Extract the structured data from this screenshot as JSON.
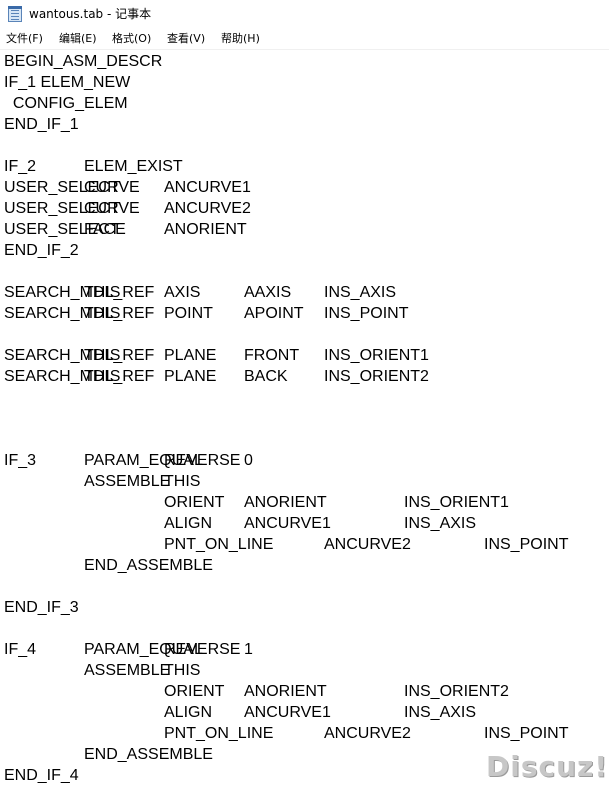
{
  "window": {
    "title": "wantous.tab - 记事本",
    "icon": "notepad-icon"
  },
  "menu": [
    "文件(F)",
    "编辑(E)",
    "格式(O)",
    "查看(V)",
    "帮助(H)"
  ],
  "lines": [
    [
      "BEGIN_ASM_DESCR"
    ],
    [
      "IF_1 ELEM_NEW"
    ],
    [
      "  CONFIG_ELEM"
    ],
    [
      "END_IF_1"
    ],
    [],
    [
      "IF_2",
      "ELEM_EXIST"
    ],
    [
      "USER_SELECT",
      "CURVE",
      "ANCURVE1"
    ],
    [
      "USER_SELECT",
      "CURVE",
      "ANCURVE2"
    ],
    [
      "USER_SELECT",
      "FACE",
      "ANORIENT"
    ],
    [
      "END_IF_2"
    ],
    [],
    [
      "SEARCH_MDL_REF",
      "THIS",
      "AXIS",
      "AAXIS",
      "INS_AXIS"
    ],
    [
      "SEARCH_MDL_REF",
      "THIS",
      "POINT",
      "APOINT",
      "INS_POINT"
    ],
    [],
    [
      "SEARCH_MDL_REF",
      "THIS",
      "PLANE",
      "FRONT",
      "INS_ORIENT1"
    ],
    [
      "SEARCH_MDL_REF",
      "THIS",
      "PLANE",
      "BACK",
      "INS_ORIENT2"
    ],
    [],
    [],
    [],
    [
      "IF_3",
      "PARAM_EQUAL",
      "REVERSE",
      "0"
    ],
    [
      "",
      "ASSEMBLE",
      "THIS"
    ],
    [
      "",
      "",
      "ORIENT",
      "ANORIENT",
      "",
      "INS_ORIENT1"
    ],
    [
      "",
      "",
      "ALIGN",
      "ANCURVE1",
      "",
      "INS_AXIS"
    ],
    [
      "",
      "",
      "PNT_ON_LINE",
      "",
      "ANCURVE2",
      "",
      "INS_POINT"
    ],
    [
      "",
      "END_ASSEMBLE"
    ],
    [],
    [
      "END_IF_3"
    ],
    [],
    [
      "IF_4",
      "PARAM_EQUAL",
      "REVERSE",
      "1"
    ],
    [
      "",
      "ASSEMBLE",
      "THIS"
    ],
    [
      "",
      "",
      "ORIENT",
      "ANORIENT",
      "",
      "INS_ORIENT2"
    ],
    [
      "",
      "",
      "ALIGN",
      "ANCURVE1",
      "",
      "INS_AXIS"
    ],
    [
      "",
      "",
      "PNT_ON_LINE",
      "",
      "ANCURVE2",
      "",
      "INS_POINT"
    ],
    [
      "",
      "END_ASSEMBLE"
    ],
    [
      "END_IF_4"
    ]
  ],
  "watermark": "Discuz!"
}
